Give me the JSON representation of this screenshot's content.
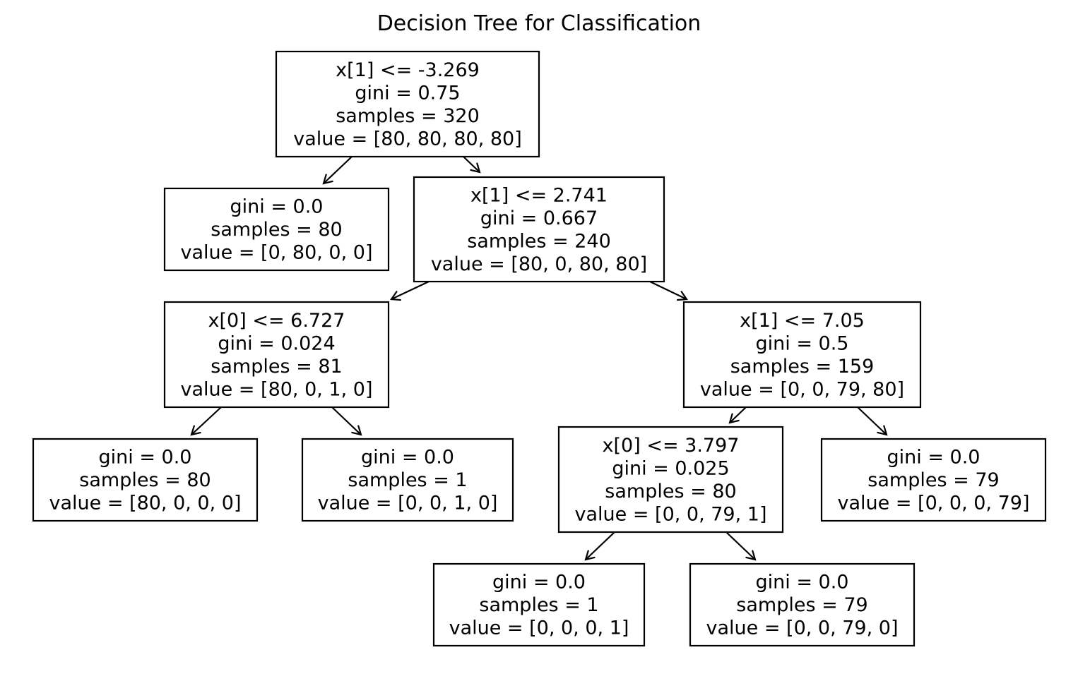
{
  "title": "Decision Tree for Classification",
  "nodes": [
    {
      "id": "n0",
      "lines": [
        "x[1] <= -3.269",
        "gini = 0.75",
        "samples = 320",
        "value = [80, 80, 80, 80]"
      ]
    },
    {
      "id": "n1",
      "lines": [
        "gini = 0.0",
        "samples = 80",
        "value = [0, 80, 0, 0]"
      ]
    },
    {
      "id": "n2",
      "lines": [
        "x[1] <= 2.741",
        "gini = 0.667",
        "samples = 240",
        "value = [80, 0, 80, 80]"
      ]
    },
    {
      "id": "n3",
      "lines": [
        "x[0] <= 6.727",
        "gini = 0.024",
        "samples = 81",
        "value = [80, 0, 1, 0]"
      ]
    },
    {
      "id": "n4",
      "lines": [
        "x[1] <= 7.05",
        "gini = 0.5",
        "samples = 159",
        "value = [0, 0, 79, 80]"
      ]
    },
    {
      "id": "n5",
      "lines": [
        "gini = 0.0",
        "samples = 80",
        "value = [80, 0, 0, 0]"
      ]
    },
    {
      "id": "n6",
      "lines": [
        "gini = 0.0",
        "samples = 1",
        "value = [0, 0, 1, 0]"
      ]
    },
    {
      "id": "n7",
      "lines": [
        "x[0] <= 3.797",
        "gini = 0.025",
        "samples = 80",
        "value = [0, 0, 79, 1]"
      ]
    },
    {
      "id": "n8",
      "lines": [
        "gini = 0.0",
        "samples = 79",
        "value = [0, 0, 0, 79]"
      ]
    },
    {
      "id": "n9",
      "lines": [
        "gini = 0.0",
        "samples = 1",
        "value = [0, 0, 0, 1]"
      ]
    },
    {
      "id": "n10",
      "lines": [
        "gini = 0.0",
        "samples = 79",
        "value = [0, 0, 79, 0]"
      ]
    }
  ],
  "edges": [
    {
      "from": "n0",
      "to": "n1"
    },
    {
      "from": "n0",
      "to": "n2"
    },
    {
      "from": "n2",
      "to": "n3"
    },
    {
      "from": "n2",
      "to": "n4"
    },
    {
      "from": "n3",
      "to": "n5"
    },
    {
      "from": "n3",
      "to": "n6"
    },
    {
      "from": "n4",
      "to": "n7"
    },
    {
      "from": "n4",
      "to": "n8"
    },
    {
      "from": "n7",
      "to": "n9"
    },
    {
      "from": "n7",
      "to": "n10"
    }
  ]
}
